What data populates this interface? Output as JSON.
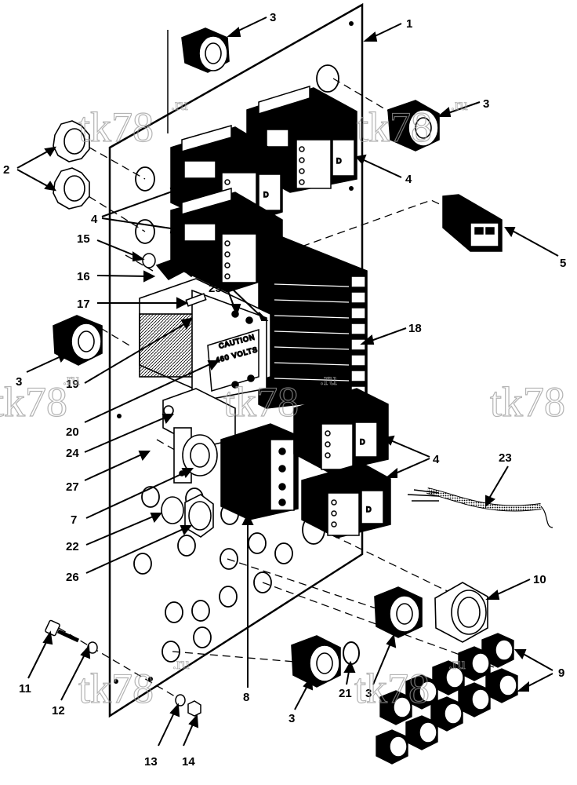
{
  "callouts": [
    "1",
    "2",
    "3",
    "4",
    "5",
    "7",
    "8",
    "9",
    "10",
    "11",
    "12",
    "13",
    "14",
    "15",
    "16",
    "17",
    "18",
    "19",
    "20",
    "21",
    "22",
    "23",
    "24",
    "25",
    "26",
    "27"
  ],
  "caution_label": {
    "line1": "CAUTION",
    "line2": "460 VOLTS"
  },
  "watermark": {
    "text": "tk78",
    "suffix": ".ru"
  }
}
